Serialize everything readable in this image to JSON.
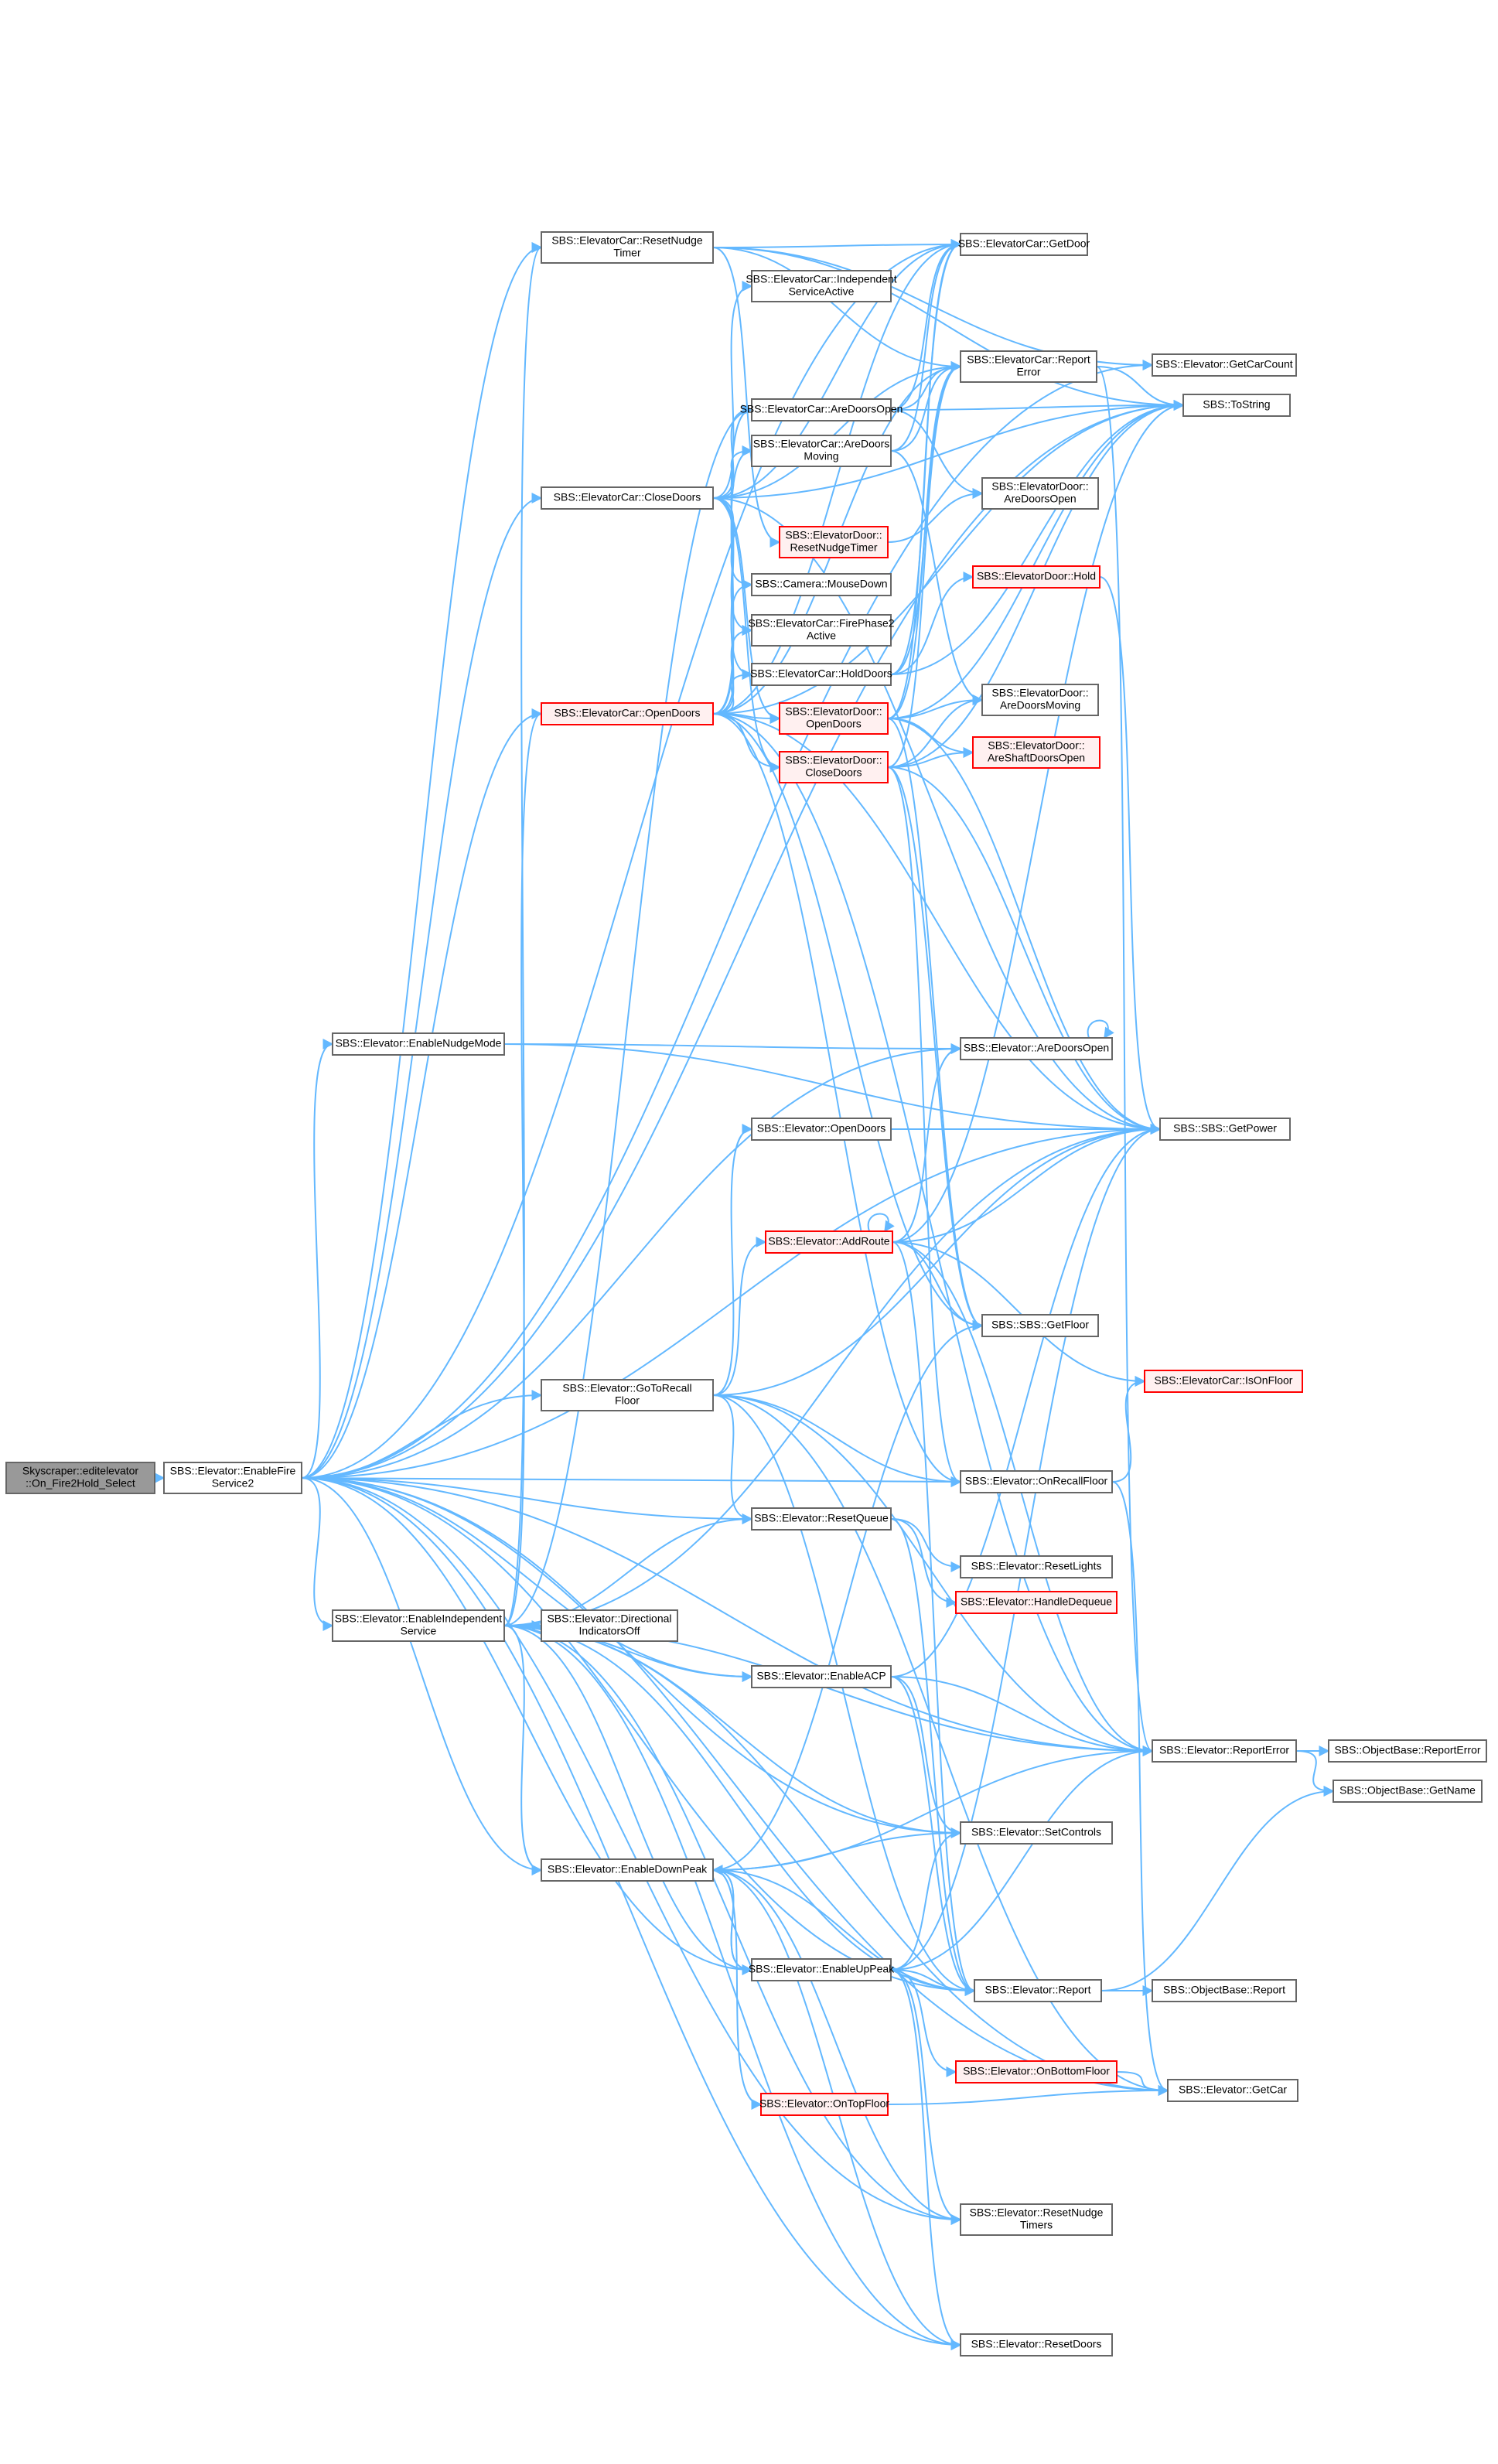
{
  "colors": {
    "edge": "#63b8ff",
    "node_border": "#666666",
    "node_fill": "#ffffff",
    "highlight_border": "#ff0000",
    "highlight_fill": "#fff0f0",
    "root_fill": "#999999"
  },
  "nodes": [
    {
      "id": "root",
      "lines": [
        "Skyscraper::editelevator",
        "::On_Fire2Hold_Select"
      ],
      "style": "root"
    },
    {
      "id": "efs2",
      "lines": [
        "SBS::Elevator::EnableFire",
        "Service2"
      ],
      "style": "normal"
    },
    {
      "id": "rnt",
      "lines": [
        "SBS::ElevatorCar::ResetNudge",
        "Timer"
      ],
      "style": "normal"
    },
    {
      "id": "closedoors",
      "lines": [
        "SBS::ElevatorCar::CloseDoors"
      ],
      "style": "normal"
    },
    {
      "id": "opendoors",
      "lines": [
        "SBS::ElevatorCar::OpenDoors"
      ],
      "style": "highlight"
    },
    {
      "id": "nudge",
      "lines": [
        "SBS::Elevator::EnableNudgeMode"
      ],
      "style": "normal"
    },
    {
      "id": "recall",
      "lines": [
        "SBS::Elevator::GoToRecall",
        "Floor"
      ],
      "style": "normal"
    },
    {
      "id": "indep",
      "lines": [
        "SBS::Elevator::EnableIndependent",
        "Service"
      ],
      "style": "normal"
    },
    {
      "id": "diroff",
      "lines": [
        "SBS::Elevator::Directional",
        "IndicatorsOff"
      ],
      "style": "normal"
    },
    {
      "id": "downpeak",
      "lines": [
        "SBS::Elevator::EnableDownPeak"
      ],
      "style": "normal"
    },
    {
      "id": "indepactive",
      "lines": [
        "SBS::ElevatorCar::Independent",
        "ServiceActive"
      ],
      "style": "normal"
    },
    {
      "id": "car_areopen",
      "lines": [
        "SBS::ElevatorCar::AreDoorsOpen"
      ],
      "style": "normal"
    },
    {
      "id": "car_moving",
      "lines": [
        "SBS::ElevatorCar::AreDoors",
        "Moving"
      ],
      "style": "normal"
    },
    {
      "id": "door_rnt",
      "lines": [
        "SBS::ElevatorDoor::",
        "ResetNudgeTimer"
      ],
      "style": "highlight"
    },
    {
      "id": "mousedown",
      "lines": [
        "SBS::Camera::MouseDown"
      ],
      "style": "normal"
    },
    {
      "id": "firephase2",
      "lines": [
        "SBS::ElevatorCar::FirePhase2",
        "Active"
      ],
      "style": "normal"
    },
    {
      "id": "holddoors",
      "lines": [
        "SBS::ElevatorCar::HoldDoors"
      ],
      "style": "normal"
    },
    {
      "id": "door_open",
      "lines": [
        "SBS::ElevatorDoor::",
        "OpenDoors"
      ],
      "style": "highlight"
    },
    {
      "id": "door_close",
      "lines": [
        "SBS::ElevatorDoor::",
        "CloseDoors"
      ],
      "style": "highlight"
    },
    {
      "id": "elev_opendoors",
      "lines": [
        "SBS::Elevator::OpenDoors"
      ],
      "style": "normal"
    },
    {
      "id": "addroute",
      "lines": [
        "SBS::Elevator::AddRoute"
      ],
      "style": "highlight"
    },
    {
      "id": "resetqueue",
      "lines": [
        "SBS::Elevator::ResetQueue"
      ],
      "style": "normal"
    },
    {
      "id": "acp",
      "lines": [
        "SBS::Elevator::EnableACP"
      ],
      "style": "normal"
    },
    {
      "id": "uppeak",
      "lines": [
        "SBS::Elevator::EnableUpPeak"
      ],
      "style": "normal"
    },
    {
      "id": "ontop",
      "lines": [
        "SBS::Elevator::OnTopFloor"
      ],
      "style": "highlight"
    },
    {
      "id": "getdoor",
      "lines": [
        "SBS::ElevatorCar::GetDoor"
      ],
      "style": "normal"
    },
    {
      "id": "car_reporterror",
      "lines": [
        "SBS::ElevatorCar::Report",
        "Error"
      ],
      "style": "normal"
    },
    {
      "id": "door_areopen",
      "lines": [
        "SBS::ElevatorDoor::",
        "AreDoorsOpen"
      ],
      "style": "normal"
    },
    {
      "id": "door_hold",
      "lines": [
        "SBS::ElevatorDoor::Hold"
      ],
      "style": "highlight"
    },
    {
      "id": "door_moving",
      "lines": [
        "SBS::ElevatorDoor::",
        "AreDoorsMoving"
      ],
      "style": "normal"
    },
    {
      "id": "door_shaft",
      "lines": [
        "SBS::ElevatorDoor::",
        "AreShaftDoorsOpen"
      ],
      "style": "highlight"
    },
    {
      "id": "elev_areopen",
      "lines": [
        "SBS::Elevator::AreDoorsOpen"
      ],
      "style": "normal"
    },
    {
      "id": "getfloor",
      "lines": [
        "SBS::SBS::GetFloor"
      ],
      "style": "normal"
    },
    {
      "id": "onrecall",
      "lines": [
        "SBS::Elevator::OnRecallFloor"
      ],
      "style": "normal"
    },
    {
      "id": "resetlights",
      "lines": [
        "SBS::Elevator::ResetLights"
      ],
      "style": "normal"
    },
    {
      "id": "handledequeue",
      "lines": [
        "SBS::Elevator::HandleDequeue"
      ],
      "style": "highlight"
    },
    {
      "id": "setcontrols",
      "lines": [
        "SBS::Elevator::SetControls"
      ],
      "style": "normal"
    },
    {
      "id": "report",
      "lines": [
        "SBS::Elevator::Report"
      ],
      "style": "normal"
    },
    {
      "id": "onbottom",
      "lines": [
        "SBS::Elevator::OnBottomFloor"
      ],
      "style": "highlight"
    },
    {
      "id": "resetnudgetimers",
      "lines": [
        "SBS::Elevator::ResetNudge",
        "Timers"
      ],
      "style": "normal"
    },
    {
      "id": "resetdoors",
      "lines": [
        "SBS::Elevator::ResetDoors"
      ],
      "style": "normal"
    },
    {
      "id": "getcarcount",
      "lines": [
        "SBS::Elevator::GetCarCount"
      ],
      "style": "normal"
    },
    {
      "id": "tostring",
      "lines": [
        "SBS::ToString"
      ],
      "style": "normal"
    },
    {
      "id": "getpower",
      "lines": [
        "SBS::SBS::GetPower"
      ],
      "style": "normal"
    },
    {
      "id": "isonfloor",
      "lines": [
        "SBS::ElevatorCar::IsOnFloor"
      ],
      "style": "highlight"
    },
    {
      "id": "elev_reporterror",
      "lines": [
        "SBS::Elevator::ReportError"
      ],
      "style": "normal"
    },
    {
      "id": "getcar",
      "lines": [
        "SBS::Elevator::GetCar"
      ],
      "style": "normal"
    },
    {
      "id": "ob_reporterror",
      "lines": [
        "SBS::ObjectBase::ReportError"
      ],
      "style": "normal"
    },
    {
      "id": "ob_getname",
      "lines": [
        "SBS::ObjectBase::GetName"
      ],
      "style": "normal"
    },
    {
      "id": "ob_report",
      "lines": [
        "SBS::ObjectBase::Report"
      ],
      "style": "normal"
    }
  ],
  "edges": [
    [
      "root",
      "efs2"
    ],
    [
      "efs2",
      "rnt"
    ],
    [
      "efs2",
      "closedoors"
    ],
    [
      "efs2",
      "opendoors"
    ],
    [
      "efs2",
      "nudge"
    ],
    [
      "efs2",
      "recall"
    ],
    [
      "efs2",
      "indep"
    ],
    [
      "efs2",
      "downpeak"
    ],
    [
      "efs2",
      "uppeak"
    ],
    [
      "efs2",
      "onrecall"
    ],
    [
      "efs2",
      "resetqueue"
    ],
    [
      "efs2",
      "getcarcount"
    ],
    [
      "efs2",
      "tostring"
    ],
    [
      "efs2",
      "getpower"
    ],
    [
      "efs2",
      "elev_reporterror"
    ],
    [
      "efs2",
      "getcar"
    ],
    [
      "efs2",
      "report"
    ],
    [
      "efs2",
      "setcontrols"
    ],
    [
      "efs2",
      "resetdoors"
    ],
    [
      "efs2",
      "resetnudgetimers"
    ],
    [
      "efs2",
      "elev_areopen"
    ],
    [
      "efs2",
      "acp"
    ],
    [
      "efs2",
      "getdoor"
    ],
    [
      "rnt",
      "door_rnt"
    ],
    [
      "rnt",
      "getdoor"
    ],
    [
      "rnt",
      "car_reporterror"
    ],
    [
      "rnt",
      "tostring"
    ],
    [
      "rnt",
      "getcarcount"
    ],
    [
      "closedoors",
      "indepactive"
    ],
    [
      "closedoors",
      "car_areopen"
    ],
    [
      "closedoors",
      "car_moving"
    ],
    [
      "closedoors",
      "mousedown"
    ],
    [
      "closedoors",
      "firephase2"
    ],
    [
      "closedoors",
      "holddoors"
    ],
    [
      "closedoors",
      "door_close"
    ],
    [
      "closedoors",
      "getdoor"
    ],
    [
      "closedoors",
      "car_reporterror"
    ],
    [
      "closedoors",
      "tostring"
    ],
    [
      "closedoors",
      "getpower"
    ],
    [
      "closedoors",
      "door_open"
    ],
    [
      "opendoors",
      "car_areopen"
    ],
    [
      "opendoors",
      "car_moving"
    ],
    [
      "opendoors",
      "holddoors"
    ],
    [
      "opendoors",
      "door_open"
    ],
    [
      "opendoors",
      "door_close"
    ],
    [
      "opendoors",
      "mousedown"
    ],
    [
      "opendoors",
      "firephase2"
    ],
    [
      "opendoors",
      "getdoor"
    ],
    [
      "opendoors",
      "car_reporterror"
    ],
    [
      "opendoors",
      "tostring"
    ],
    [
      "opendoors",
      "getpower"
    ],
    [
      "opendoors",
      "getfloor"
    ],
    [
      "opendoors",
      "onrecall"
    ],
    [
      "opendoors",
      "elev_reporterror"
    ],
    [
      "car_areopen",
      "getdoor"
    ],
    [
      "car_areopen",
      "door_areopen"
    ],
    [
      "car_areopen",
      "car_reporterror"
    ],
    [
      "car_areopen",
      "tostring"
    ],
    [
      "car_moving",
      "getdoor"
    ],
    [
      "car_moving",
      "door_moving"
    ],
    [
      "car_moving",
      "car_reporterror"
    ],
    [
      "door_rnt",
      "door_areopen"
    ],
    [
      "holddoors",
      "getdoor"
    ],
    [
      "holddoors",
      "door_hold"
    ],
    [
      "holddoors",
      "car_reporterror"
    ],
    [
      "holddoors",
      "tostring"
    ],
    [
      "door_open",
      "door_moving"
    ],
    [
      "door_open",
      "door_shaft"
    ],
    [
      "door_open",
      "getpower"
    ],
    [
      "door_open",
      "tostring"
    ],
    [
      "door_open",
      "getfloor"
    ],
    [
      "door_open",
      "car_reporterror"
    ],
    [
      "door_open",
      "getdoor"
    ],
    [
      "door_close",
      "door_moving"
    ],
    [
      "door_close",
      "door_shaft"
    ],
    [
      "door_close",
      "getpower"
    ],
    [
      "door_close",
      "tostring"
    ],
    [
      "door_close",
      "getfloor"
    ],
    [
      "door_close",
      "onrecall"
    ],
    [
      "door_close",
      "car_reporterror"
    ],
    [
      "door_hold",
      "getpower"
    ],
    [
      "nudge",
      "elev_areopen"
    ],
    [
      "nudge",
      "getpower"
    ],
    [
      "elev_areopen",
      "elev_areopen"
    ],
    [
      "elev_opendoors",
      "getpower"
    ],
    [
      "addroute",
      "addroute"
    ],
    [
      "addroute",
      "elev_areopen"
    ],
    [
      "addroute",
      "getpower"
    ],
    [
      "addroute",
      "getfloor"
    ],
    [
      "addroute",
      "isonfloor"
    ],
    [
      "addroute",
      "elev_reporterror"
    ],
    [
      "addroute",
      "report"
    ],
    [
      "addroute",
      "tostring"
    ],
    [
      "recall",
      "elev_opendoors"
    ],
    [
      "recall",
      "addroute"
    ],
    [
      "recall",
      "onrecall"
    ],
    [
      "recall",
      "resetqueue"
    ],
    [
      "recall",
      "elev_reporterror"
    ],
    [
      "recall",
      "report"
    ],
    [
      "recall",
      "getpower"
    ],
    [
      "recall",
      "getcar"
    ],
    [
      "indep",
      "diroff"
    ],
    [
      "indep",
      "acp"
    ],
    [
      "indep",
      "resetqueue"
    ],
    [
      "indep",
      "setcontrols"
    ],
    [
      "indep",
      "rnt"
    ],
    [
      "indep",
      "opendoors"
    ],
    [
      "indep",
      "downpeak"
    ],
    [
      "indep",
      "uppeak"
    ],
    [
      "indep",
      "report"
    ],
    [
      "indep",
      "resetdoors"
    ],
    [
      "indep",
      "resetnudgetimers"
    ],
    [
      "indep",
      "elev_reporterror"
    ],
    [
      "indep",
      "getcar"
    ],
    [
      "indep",
      "getpower"
    ],
    [
      "indep",
      "car_areopen"
    ],
    [
      "onrecall",
      "isonfloor"
    ],
    [
      "onrecall",
      "getcar"
    ],
    [
      "resetqueue",
      "resetlights"
    ],
    [
      "resetqueue",
      "handledequeue"
    ],
    [
      "resetqueue",
      "report"
    ],
    [
      "acp",
      "setcontrols"
    ],
    [
      "acp",
      "report"
    ],
    [
      "acp",
      "elev_reporterror"
    ],
    [
      "acp",
      "getpower"
    ],
    [
      "downpeak",
      "uppeak"
    ],
    [
      "downpeak",
      "ontop"
    ],
    [
      "downpeak",
      "setcontrols"
    ],
    [
      "downpeak",
      "report"
    ],
    [
      "downpeak",
      "resetnudgetimers"
    ],
    [
      "downpeak",
      "resetdoors"
    ],
    [
      "downpeak",
      "elev_reporterror"
    ],
    [
      "downpeak",
      "getfloor"
    ],
    [
      "uppeak",
      "downpeak"
    ],
    [
      "uppeak",
      "onbottom"
    ],
    [
      "uppeak",
      "setcontrols"
    ],
    [
      "uppeak",
      "report"
    ],
    [
      "uppeak",
      "resetnudgetimers"
    ],
    [
      "uppeak",
      "resetdoors"
    ],
    [
      "uppeak",
      "elev_reporterror"
    ],
    [
      "uppeak",
      "getpower"
    ],
    [
      "ontop",
      "getcar"
    ],
    [
      "onbottom",
      "getcar"
    ],
    [
      "car_reporterror",
      "tostring"
    ],
    [
      "car_reporterror",
      "elev_reporterror"
    ],
    [
      "elev_reporterror",
      "ob_reporterror"
    ],
    [
      "elev_reporterror",
      "ob_getname"
    ],
    [
      "report",
      "ob_report"
    ],
    [
      "report",
      "ob_getname"
    ]
  ]
}
